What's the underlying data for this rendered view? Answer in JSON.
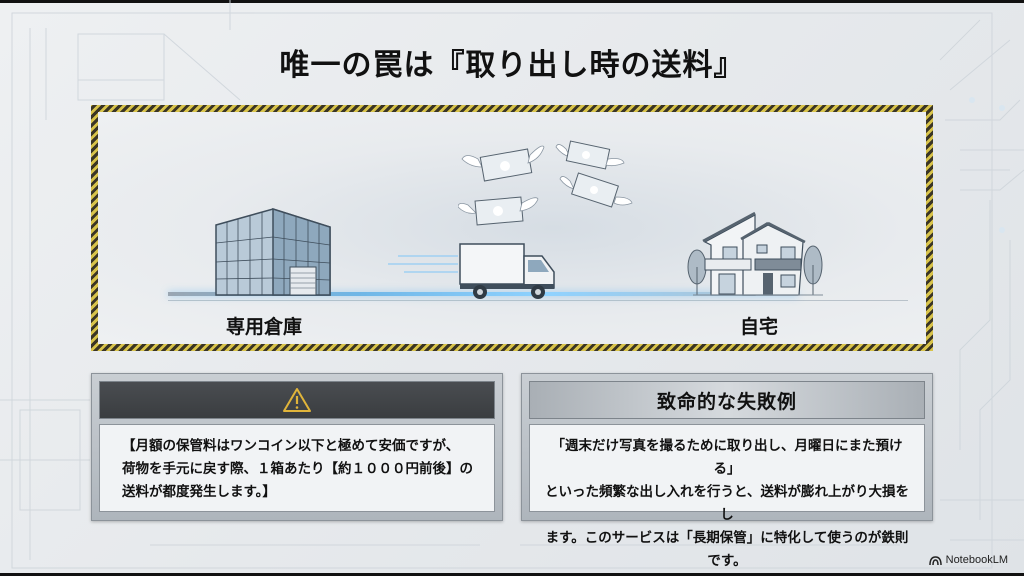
{
  "slide": {
    "title": "唯一の罠は『取り出し時の送料』"
  },
  "scene": {
    "warehouse_label": "専用倉庫",
    "home_label": "自宅",
    "illustration": {
      "left_icon": "warehouse-building-icon",
      "center_icon": "delivery-truck-icon",
      "flying_money_icon": "winged-banknote-icon",
      "flying_banknotes_count": 4,
      "right_icon": "house-icon"
    },
    "frame_colors": {
      "stripe_yellow": "#d8c34a",
      "stripe_dark": "#3a3526"
    }
  },
  "panels": {
    "warning": {
      "icon": "warning-triangle-icon",
      "icon_color": "#e0b43a",
      "lines": [
        "【月額の保管料はワンコイン以下と極めて安価ですが、",
        "荷物を手元に戻す際、１箱あたり【約１０００円前後】の",
        "送料が都度発生します。】"
      ]
    },
    "failure": {
      "title": "致命的な失敗例",
      "lines": [
        "「週末だけ写真を撮るために取り出し、月曜日にまた預ける」",
        "といった頻繁な出し入れを行うと、送料が膨れ上がり大損をし",
        "ます。このサービスは「長期保管」に特化して使うのが鉄則です。"
      ]
    }
  },
  "branding": {
    "logo_icon": "notebooklm-logo-icon",
    "label": "NotebookLM"
  }
}
